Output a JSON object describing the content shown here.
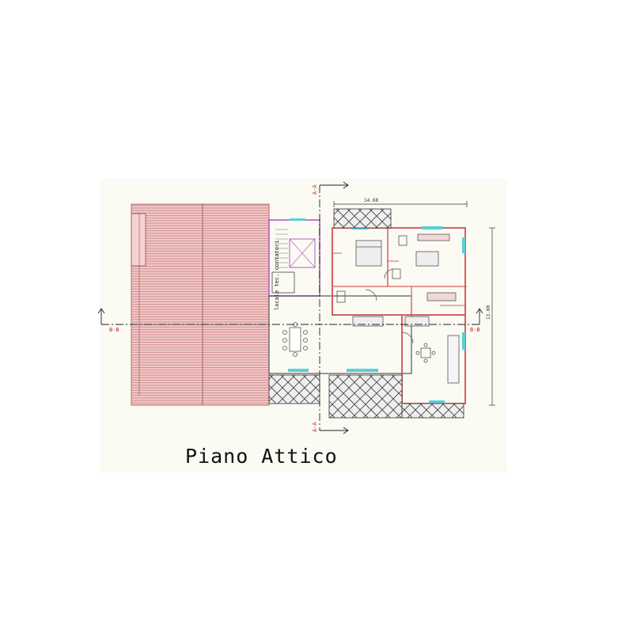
{
  "drawing": {
    "title": "Piano Attico",
    "section_marks": {
      "a_top": "A-A",
      "a_bottom": "A-A",
      "b_left": "B-B",
      "b_right": "B-B"
    },
    "dimensions": {
      "width": "14.68",
      "height": "13.00"
    },
    "room_labels": {
      "stair_note": "locale tec. contatori"
    },
    "colors": {
      "paper": "#fbfaf3",
      "roof_fill": "#f2c7c7",
      "roof_line": "#c98585",
      "wall_red": "#d46060",
      "stair_purple": "#b55cc9",
      "terrace_hatch": "#4a4a4a",
      "section_mark": "#d42a2a",
      "window_cyan": "#59cfd6",
      "furniture_gray": "#6a6a6a"
    }
  }
}
